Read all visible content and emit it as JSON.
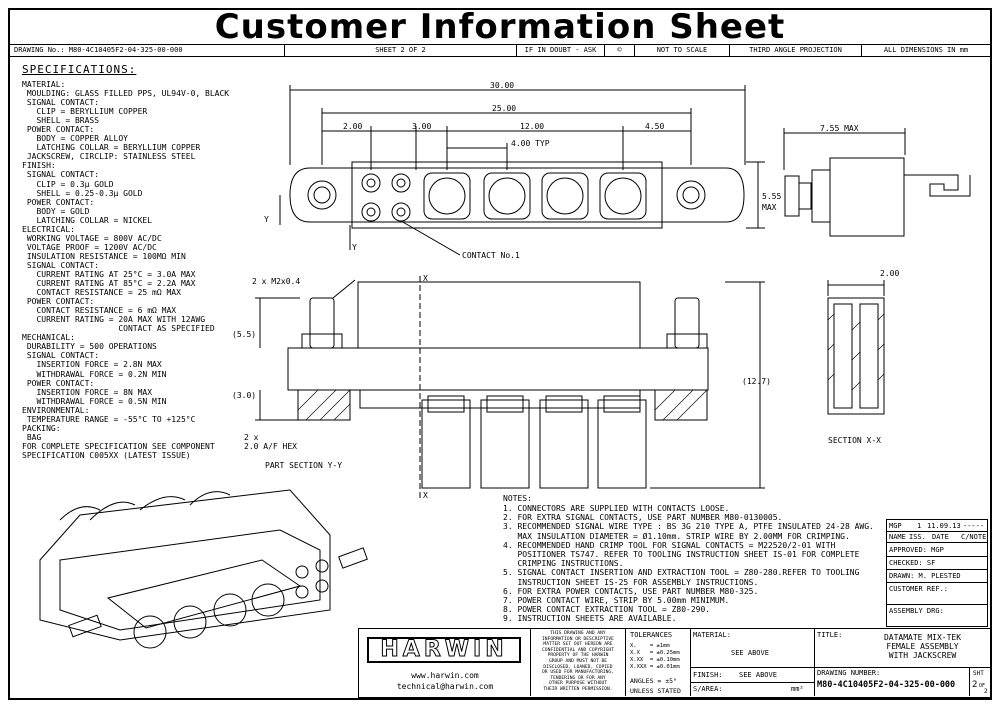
{
  "title": "Customer Information Sheet",
  "header": {
    "drawing_no": "DRAWING No.: M80-4C10405F2-04-325-00-000",
    "sheet": "SHEET 2 OF 2",
    "if_in_doubt": "IF IN DOUBT - ASK",
    "copyright": "©",
    "not_to_scale": "NOT TO SCALE",
    "projection": "THIRD ANGLE PROJECTION",
    "dimensions": "ALL DIMENSIONS IN mm"
  },
  "specifications": {
    "heading": "SPECIFICATIONS:",
    "lines": [
      "MATERIAL:",
      " MOULDING: GLASS FILLED PPS, UL94V-0, BLACK",
      " SIGNAL CONTACT:",
      "   CLIP = BERYLLIUM COPPER",
      "   SHELL = BRASS",
      " POWER CONTACT:",
      "   BODY = COPPER ALLOY",
      "   LATCHING COLLAR = BERYLLIUM COPPER",
      " JACKSCREW, CIRCLIP: STAINLESS STEEL",
      "FINISH:",
      " SIGNAL CONTACT:",
      "   CLIP = 0.3µ GOLD",
      "   SHELL = 0.25-0.3µ GOLD",
      " POWER CONTACT:",
      "   BODY = GOLD",
      "   LATCHING COLLAR = NICKEL",
      "ELECTRICAL:",
      " WORKING VOLTAGE = 800V AC/DC",
      " VOLTAGE PROOF = 1200V AC/DC",
      " INSULATION RESISTANCE = 100MΩ MIN",
      " SIGNAL CONTACT:",
      "   CURRENT RATING AT 25°C = 3.0A MAX",
      "   CURRENT RATING AT 85°C = 2.2A MAX",
      "   CONTACT RESISTANCE = 25 mΩ MAX",
      " POWER CONTACT:",
      "   CONTACT RESISTANCE = 6 mΩ MAX",
      "   CURRENT RATING = 20A MAX WITH 12AWG",
      "                    CONTACT AS SPECIFIED",
      "MECHANICAL:",
      " DURABILITY = 500 OPERATIONS",
      " SIGNAL CONTACT:",
      "   INSERTION FORCE = 2.8N MAX",
      "   WITHDRAWAL FORCE = 0.2N MIN",
      " POWER CONTACT:",
      "   INSERTION FORCE = 8N MAX",
      "   WITHDRAWAL FORCE = 0.5N MIN",
      "ENVIRONMENTAL:",
      " TEMPERATURE RANGE = -55°C TO +125°C",
      "PACKING:",
      " BAG",
      "FOR COMPLETE SPECIFICATION SEE COMPONENT",
      "SPECIFICATION C005XX (LATEST ISSUE)"
    ]
  },
  "dimensions": {
    "d30": "30.00",
    "d25": "25.00",
    "d2": "2.00",
    "d3": "3.00",
    "d12": "12.00",
    "d450": "4.50",
    "d4typ": "4.00 TYP",
    "d555": "5.55",
    "max": "MAX",
    "d755": "7.55 MAX",
    "d2b": "2.00",
    "d55": "(5.5)",
    "d30b": "(3.0)",
    "d127": "(12.7)",
    "m2": "2 x M2x0.4",
    "hex1": "2 x",
    "hex2": "2.0 A/F HEX",
    "contact1": "CONTACT No.1",
    "x": "X",
    "y": "Y"
  },
  "labels": {
    "part_section": "PART SECTION Y-Y",
    "section_xx": "SECTION  X-X"
  },
  "notes": {
    "heading": "NOTES:",
    "lines": [
      "1. CONNECTORS ARE SUPPLIED WITH CONTACTS LOOSE.",
      "2. FOR EXTRA SIGNAL CONTACTS, USE PART NUMBER M80-0130005.",
      "3. RECOMMENDED SIGNAL WIRE TYPE : BS 3G 210 TYPE A, PTFE INSULATED 24-28 AWG.",
      "   MAX INSULATION DIAMETER = Ø1.10mm. STRIP WIRE BY 2.00MM FOR CRIMPING.",
      "4. RECOMMENDED HAND CRIMP TOOL FOR SIGNAL CONTACTS = M22520/2-01 WITH",
      "   POSITIONER TS747. REFER TO TOOLING INSTRUCTION SHEET IS-01 FOR COMPLETE",
      "   CRIMPING INSTRUCTIONS.",
      "5. SIGNAL CONTACT INSERTION AND EXTRACTION TOOL = Z80-280.REFER TO TOOLING",
      "   INSTRUCTION SHEET IS-25 FOR ASSEMBLY INSTRUCTIONS.",
      "6. FOR EXTRA POWER CONTACTS, USE PART NUMBER M80-325.",
      "7. POWER CONTACT WIRE, STRIP BY 5.00mm MINIMUM.",
      "8. POWER CONTACT EXTRACTION TOOL = Z80-290.",
      "9. INSTRUCTION SHEETS ARE AVAILABLE."
    ]
  },
  "revision": {
    "initials": "MGP",
    "issue": "1",
    "date": "11.09.13",
    "cno": "-----",
    "col_name": "NAME",
    "col_iss": "ISS.",
    "col_date": "DATE",
    "col_cno": "C/NOTE",
    "approved": "APPROVED:  MGP",
    "checked": "CHECKED:   SF",
    "drawn": "DRAWN: M. PLESTED",
    "customer_ref": "CUSTOMER REF.:",
    "assembly_drg": "ASSEMBLY DRG:"
  },
  "titleblock": {
    "logo": "HARWIN",
    "website": "www.harwin.com",
    "email": "technical@harwin.com",
    "disclaimer": [
      "THIS DRAWING AND ANY",
      "INFORMATION OR DESCRIPTIVE",
      "MATTER SET OUT HEREON ARE",
      "CONFIDENTIAL AND COPYRIGHT",
      "PROPERTY OF THE HARWIN",
      "GROUP AND MUST NOT BE",
      "DISCLOSED, LOANED, COPIED",
      "OR USED FOR MANUFACTURING,",
      "TENDERING OR FOR ANY",
      "OTHER PURPOSE WITHOUT",
      "THEIR WRITTEN PERMISSION."
    ],
    "tolerances": "TOLERANCES",
    "tol_lines": [
      "X.    = ±1mm",
      "X.X   = ±0.25mm",
      "X.XX  = ±0.10mm",
      "X.XXX = ±0.01mm"
    ],
    "angles": "ANGLES = ±5°",
    "unless": "UNLESS STATED",
    "material_label": "MATERIAL:",
    "material_value": "SEE ABOVE",
    "finish_label": "FINISH:",
    "finish_value": "SEE ABOVE",
    "sarea_label": "S/AREA:",
    "sarea_unit": "mm²",
    "title_label": "TITLE:",
    "title_lines": [
      "DATAMATE MIX-TEK",
      "FEMALE ASSEMBLY",
      "WITH JACKSCREW"
    ],
    "drawing_number_label": "DRAWING NUMBER:",
    "drawing_number": "M80-4C10405F2-04-325-00-000",
    "sht": "SHT",
    "sht_value": "2",
    "of": "OF",
    "of_value": "2"
  }
}
